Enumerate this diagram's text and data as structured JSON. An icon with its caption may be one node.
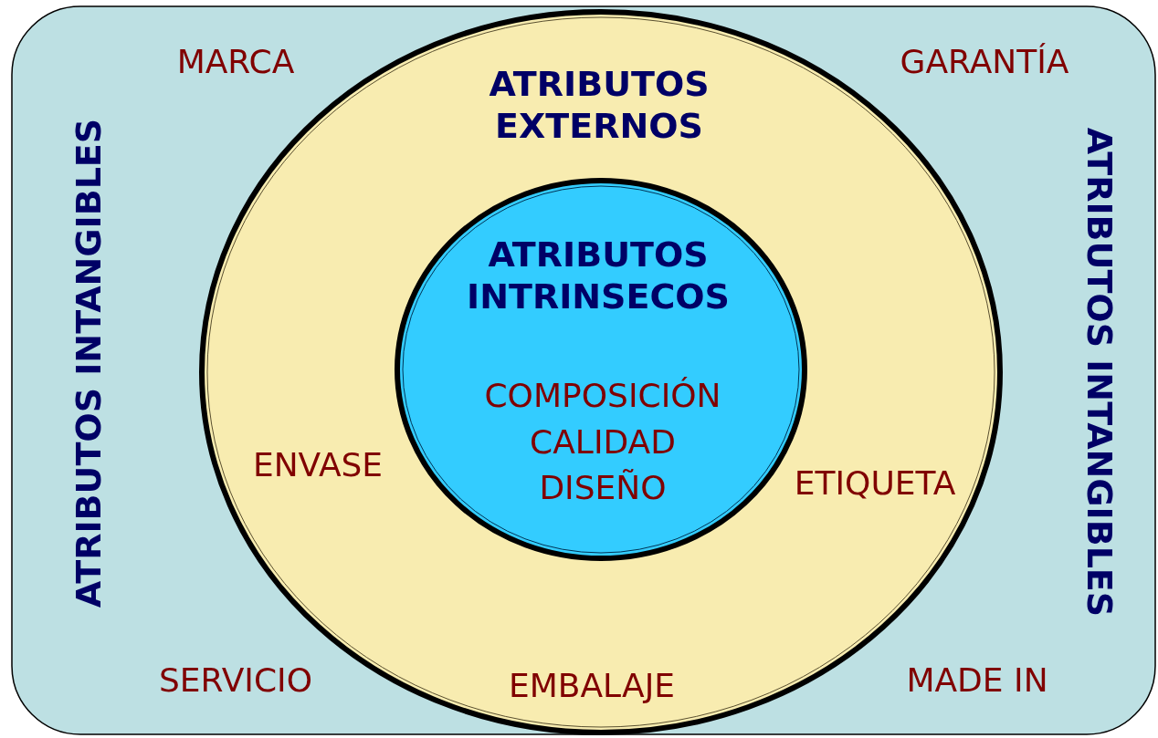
{
  "diagram": {
    "nodes": [
      {
        "text": [
          "ATRIBUTOS INTANGIBLES",
          "MARCA",
          "GARANTÍA",
          "ATRIBUTOS INTANGIBLES",
          "SERVICIO",
          "MADE IN"
        ]
      },
      {
        "text": [
          "ATRIBUTOS EXTERNOS",
          "ENVASE",
          "ETIQUETA",
          "EMBALAJE"
        ],
        "in": 0
      },
      {
        "text": [
          "ATRIBUTOS INTRINSECOS",
          "COMPOSICIÓN",
          "CALIDAD",
          "DISEÑO"
        ],
        "in": 1
      }
    ]
  }
}
